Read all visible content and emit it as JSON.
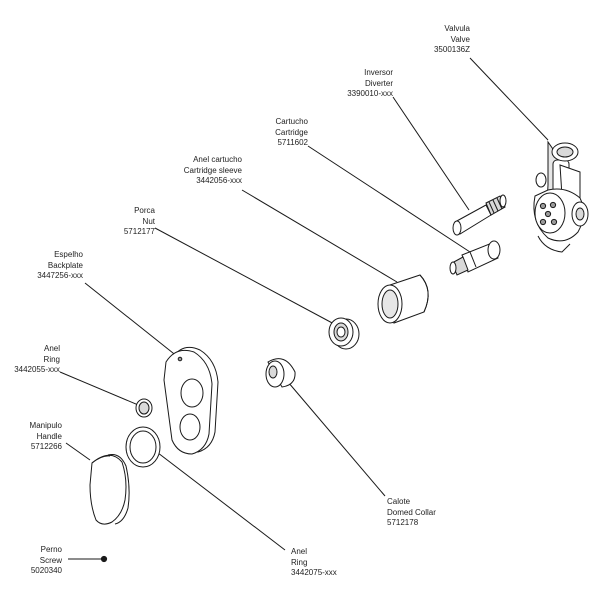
{
  "colors": {
    "stroke": "#1a1a1a",
    "fill": "#ffffff",
    "shade": "#d9d9d9",
    "dark": "#9a9a9a",
    "text": "#222222"
  },
  "parts": {
    "valve": {
      "pt": "Valvula",
      "en": "Valve",
      "code": "3500136Z"
    },
    "diverter": {
      "pt": "Inversor",
      "en": "Diverter",
      "code": "3390010-xxx"
    },
    "cartridge": {
      "pt": "Cartucho",
      "en": "Cartridge",
      "code": "5711602"
    },
    "cartridge_sleeve": {
      "pt": "Anel cartucho",
      "en": "Cartridge sleeve",
      "code": "3442056-xxx"
    },
    "nut": {
      "pt": "Porca",
      "en": "Nut",
      "code": "5712177"
    },
    "backplate": {
      "pt": "Espelho",
      "en": "Backplate",
      "code": "3447256-xxx"
    },
    "ring_small": {
      "pt": "Anel",
      "en": "Ring",
      "code": "3442055-xxx"
    },
    "handle": {
      "pt": "Manipulo",
      "en": "Handle",
      "code": "5712266"
    },
    "screw": {
      "pt": "Perno",
      "en": "Screw",
      "code": "5020340"
    },
    "ring_large": {
      "pt": "Anel",
      "en": "Ring",
      "code": "3442075-xxx"
    },
    "domed_collar": {
      "pt": "Calote",
      "en": "Domed Collar",
      "code": "5712178"
    }
  }
}
